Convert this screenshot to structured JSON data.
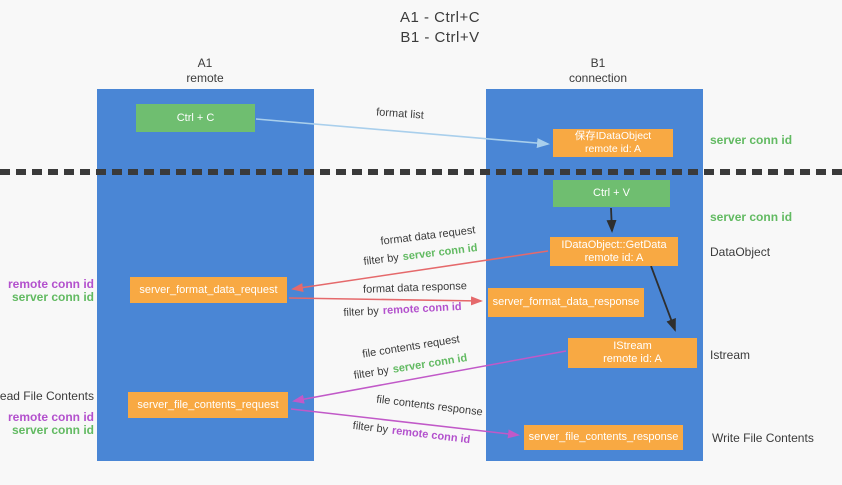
{
  "title": {
    "line1": "A1 - Ctrl+C",
    "line2": "B1 - Ctrl+V"
  },
  "columns": {
    "left": {
      "name": "A1",
      "role": "remote"
    },
    "right": {
      "name": "B1",
      "role": "connection"
    }
  },
  "nodes": {
    "ctrl_c": {
      "label": "Ctrl + C"
    },
    "save_idataobject": {
      "line1": "保存IDataObject",
      "line2": "remote id: A"
    },
    "ctrl_v": {
      "label": "Ctrl + V"
    },
    "getdata": {
      "line1": "IDataObject::GetData",
      "line2": "remote id: A"
    },
    "format_request": {
      "label": "server_format_data_request"
    },
    "format_response": {
      "label": "server_format_data_response"
    },
    "istream": {
      "line1": "IStream",
      "line2": "remote id: A"
    },
    "file_request": {
      "label": "server_file_contents_request"
    },
    "file_response": {
      "label": "server_file_contents_response"
    }
  },
  "arrow_labels": {
    "format_list": "format list",
    "format_data_request": "format data request",
    "format_data_response": "format data response",
    "file_contents_request": "file contents request",
    "file_contents_response": "file contents response",
    "filter_by": "filter by",
    "server_conn_id": "server conn id",
    "remote_conn_id": "remote conn id"
  },
  "side_labels": {
    "server_conn_id_top": "server conn id",
    "server_conn_id_mid": "server conn id",
    "dataobject": "DataObject",
    "istream": "Istream",
    "write_file_contents": "Write File Contents",
    "read_file_contents": "Read File Contents",
    "remote_conn_id": "remote conn id",
    "server_conn_id": "server conn id"
  },
  "colors": {
    "column_blue": "#4a86d5",
    "box_green": "#6fbe70",
    "box_orange": "#f8a943",
    "text_dark": "#3b3b3b",
    "text_green": "#62ba62",
    "text_purple": "#b351cd",
    "arrow_red": "#e5696b",
    "arrow_magenta": "#c159c8",
    "arrow_blue": "#a9cfec",
    "arrow_black": "#2e2e2e"
  }
}
